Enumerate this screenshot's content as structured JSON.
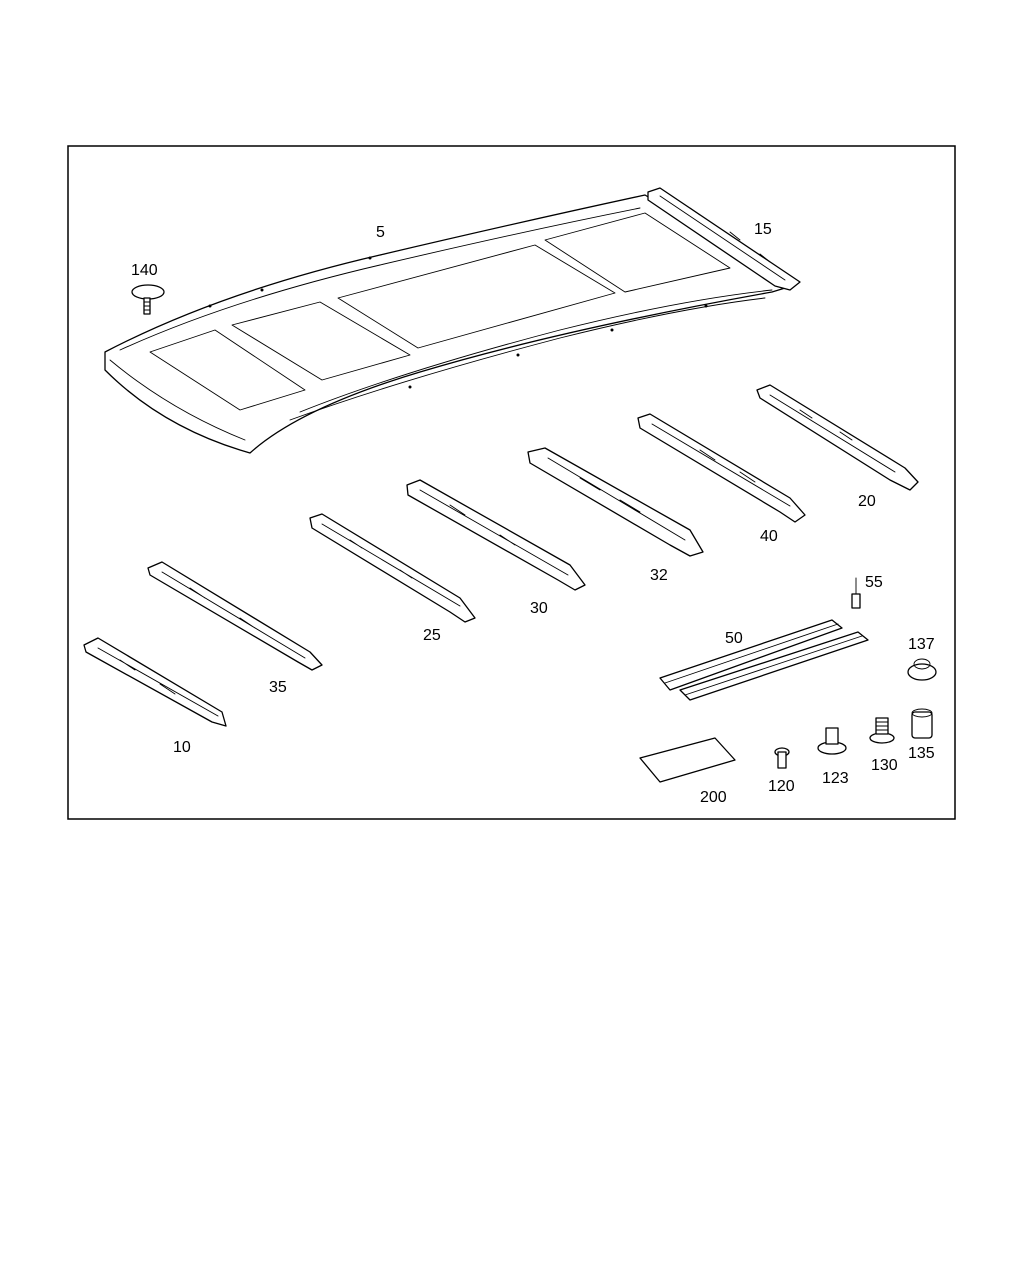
{
  "parts": [
    {
      "key": "p5",
      "label": "5"
    },
    {
      "key": "p15",
      "label": "15"
    },
    {
      "key": "p140",
      "label": "140"
    },
    {
      "key": "p20",
      "label": "20"
    },
    {
      "key": "p40",
      "label": "40"
    },
    {
      "key": "p32",
      "label": "32"
    },
    {
      "key": "p30",
      "label": "30"
    },
    {
      "key": "p25",
      "label": "25"
    },
    {
      "key": "p35",
      "label": "35"
    },
    {
      "key": "p10",
      "label": "10"
    },
    {
      "key": "p55",
      "label": "55"
    },
    {
      "key": "p50",
      "label": "50"
    },
    {
      "key": "p137",
      "label": "137"
    },
    {
      "key": "p123",
      "label": "123"
    },
    {
      "key": "p130",
      "label": "130"
    },
    {
      "key": "p135",
      "label": "135"
    },
    {
      "key": "p120",
      "label": "120"
    },
    {
      "key": "p200",
      "label": "200"
    }
  ]
}
